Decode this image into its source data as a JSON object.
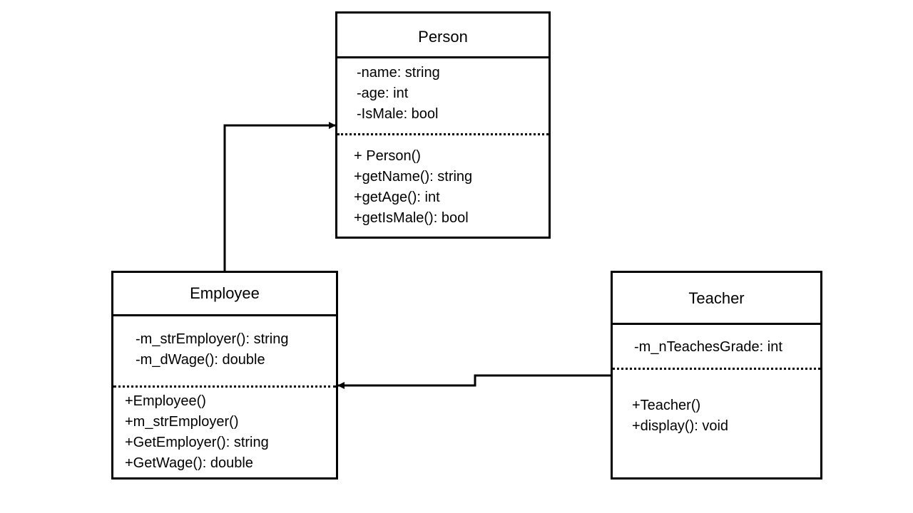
{
  "classes": {
    "person": {
      "name": "Person",
      "attributes": [
        "-name: string",
        "-age: int",
        "-IsMale: bool"
      ],
      "methods": [
        "+ Person()",
        "+getName(): string",
        "+getAge(): int",
        "+getIsMale(): bool"
      ]
    },
    "employee": {
      "name": "Employee",
      "attributes": [
        "-m_strEmployer(): string",
        "-m_dWage(): double"
      ],
      "methods": [
        "+Employee()",
        "+m_strEmployer()",
        "+GetEmployer(): string",
        "+GetWage(): double"
      ]
    },
    "teacher": {
      "name": "Teacher",
      "attributes": [
        "-m_nTeachesGrade: int"
      ],
      "methods": [
        "+Teacher()",
        "+display(): void"
      ]
    }
  }
}
